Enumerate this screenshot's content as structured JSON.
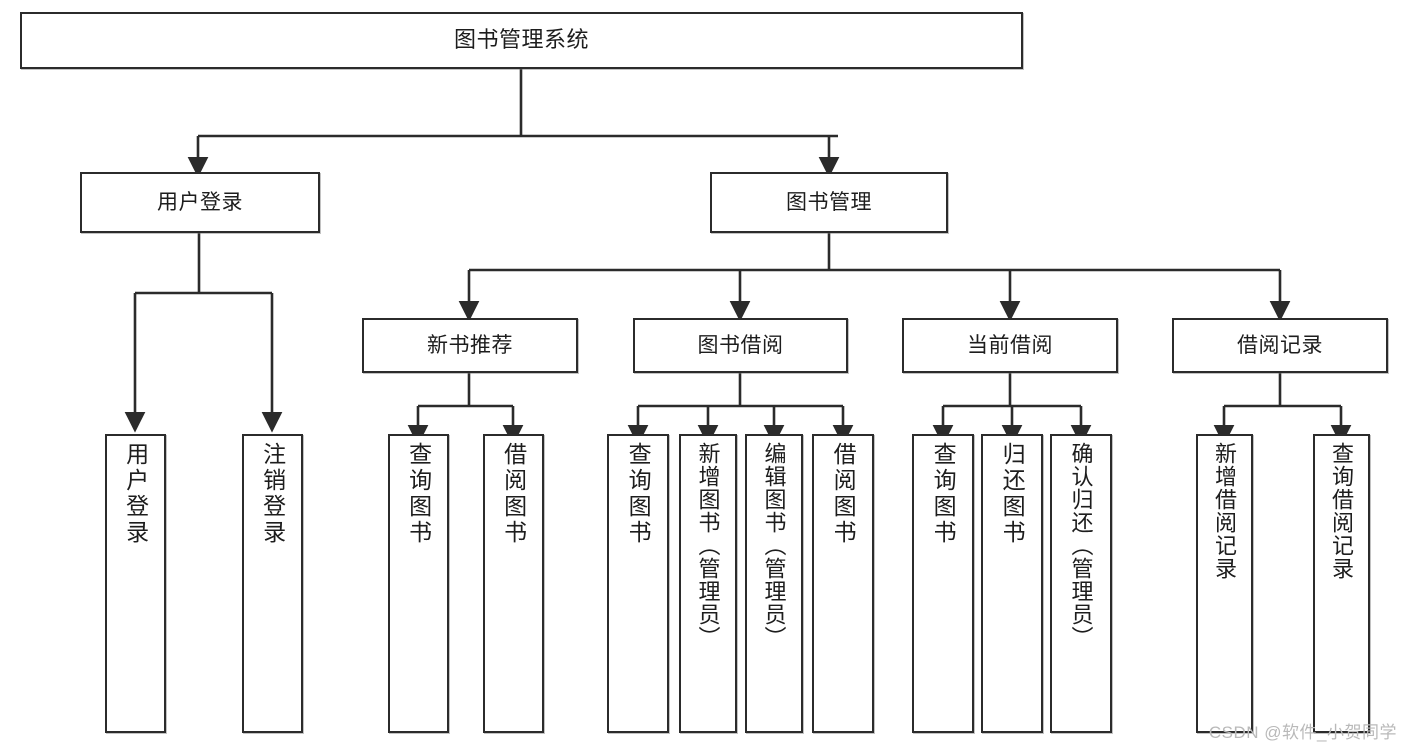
{
  "diagram": {
    "type": "tree-hierarchy-chart",
    "title": "图书管理系统",
    "stroke_color": "#2b2b2b",
    "fill_color": "#ffffff",
    "text_color": "#1d1d1d",
    "watermark": "CSDN @软件_小贺同学",
    "levels": [
      {
        "level": 0,
        "nodes": [
          {
            "id": "root",
            "label": "图书管理系统"
          }
        ]
      },
      {
        "level": 1,
        "nodes": [
          {
            "id": "login",
            "label": "用户登录"
          },
          {
            "id": "bookmgmt",
            "label": "图书管理"
          }
        ]
      },
      {
        "level": 2,
        "nodes": [
          {
            "id": "newbook",
            "label": "新书推荐"
          },
          {
            "id": "borrow",
            "label": "图书借阅"
          },
          {
            "id": "current",
            "label": "当前借阅"
          },
          {
            "id": "records",
            "label": "借阅记录"
          }
        ]
      },
      {
        "level": 3,
        "nodes": [
          {
            "id": "leaf-1",
            "label": "用户登录",
            "parent": "login"
          },
          {
            "id": "leaf-2",
            "label": "注销登录",
            "parent": "login"
          },
          {
            "id": "leaf-3",
            "label": "查询图书",
            "parent": "newbook"
          },
          {
            "id": "leaf-4",
            "label": "借阅图书",
            "parent": "newbook"
          },
          {
            "id": "leaf-5",
            "label": "查询图书",
            "parent": "borrow"
          },
          {
            "id": "leaf-6",
            "label": "新增图书（管理员）",
            "parent": "borrow"
          },
          {
            "id": "leaf-7",
            "label": "编辑图书（管理员）",
            "parent": "borrow"
          },
          {
            "id": "leaf-8",
            "label": "借阅图书",
            "parent": "borrow"
          },
          {
            "id": "leaf-9",
            "label": "查询图书",
            "parent": "current"
          },
          {
            "id": "leaf-10",
            "label": "归还图书",
            "parent": "current"
          },
          {
            "id": "leaf-11",
            "label": "确认归还（管理员）",
            "parent": "current"
          },
          {
            "id": "leaf-12",
            "label": "新增借阅记录",
            "parent": "records"
          },
          {
            "id": "leaf-13",
            "label": "查询借阅记录",
            "parent": "records"
          }
        ]
      }
    ]
  }
}
